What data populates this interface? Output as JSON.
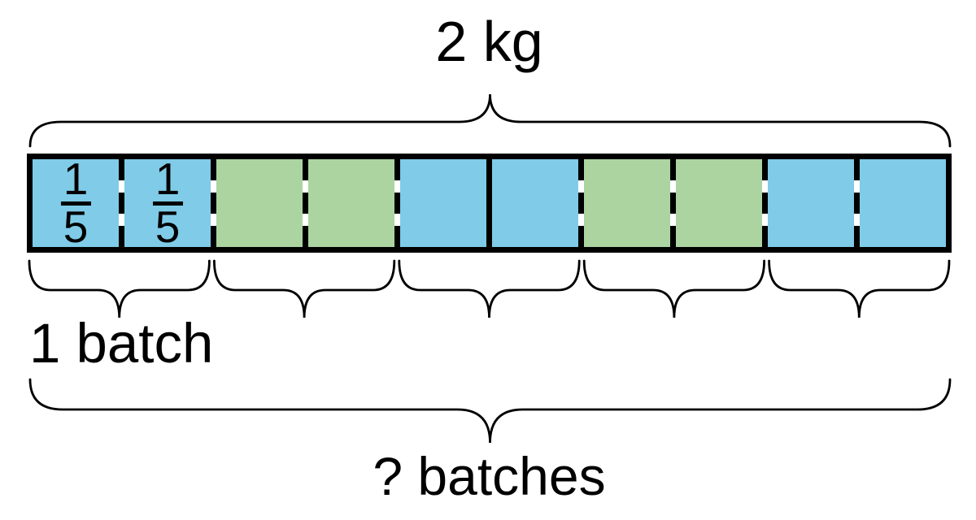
{
  "diagram": {
    "type": "tape-diagram",
    "top_brace_label": "2 kg",
    "batch_brace_label": "1 batch",
    "bottom_brace_label": "? batches",
    "unit_fraction": {
      "numerator": "1",
      "denominator": "5"
    },
    "cells": [
      {
        "color_key": "blue",
        "fraction": true
      },
      {
        "color_key": "blue",
        "fraction": true
      },
      {
        "color_key": "green",
        "fraction": false
      },
      {
        "color_key": "green",
        "fraction": false
      },
      {
        "color_key": "blue",
        "fraction": false
      },
      {
        "color_key": "blue",
        "fraction": false
      },
      {
        "color_key": "green",
        "fraction": false
      },
      {
        "color_key": "green",
        "fraction": false
      },
      {
        "color_key": "blue",
        "fraction": false
      },
      {
        "color_key": "blue",
        "fraction": false
      }
    ],
    "dividers": [
      "dashed",
      "dashed",
      "dashed",
      "dashed",
      "solid",
      "dashed",
      "dashed",
      "dashed",
      "dashed"
    ],
    "batch_brace_count": 5
  },
  "colors": {
    "blue": "#7FCBE8",
    "green": "#ABD4A1",
    "line": "#000000",
    "text": "#000000",
    "background": "#FFFFFF"
  }
}
